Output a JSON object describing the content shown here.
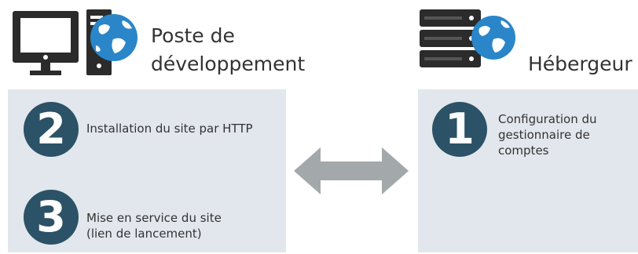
{
  "workstation": {
    "title": "Poste de\ndéveloppement",
    "icon": "desktop-computer-globe-icon",
    "steps": [
      {
        "number": "2",
        "text": "Installation du site par HTTP"
      },
      {
        "number": "3",
        "text": "Mise en service du site\n(lien de lancement)"
      }
    ]
  },
  "host": {
    "title": "Hébergeur",
    "icon": "server-globe-icon",
    "steps": [
      {
        "number": "1",
        "text": "Configuration du\ngestionnaire de\ncomptes"
      }
    ]
  },
  "connector": {
    "icon": "double-arrow-icon"
  },
  "colors": {
    "panel": "#e2e7ed",
    "badge": "#2b5266",
    "icon_dark": "#2b2b2b",
    "globe": "#2a86c8",
    "arrow": "#a3a8ab"
  }
}
